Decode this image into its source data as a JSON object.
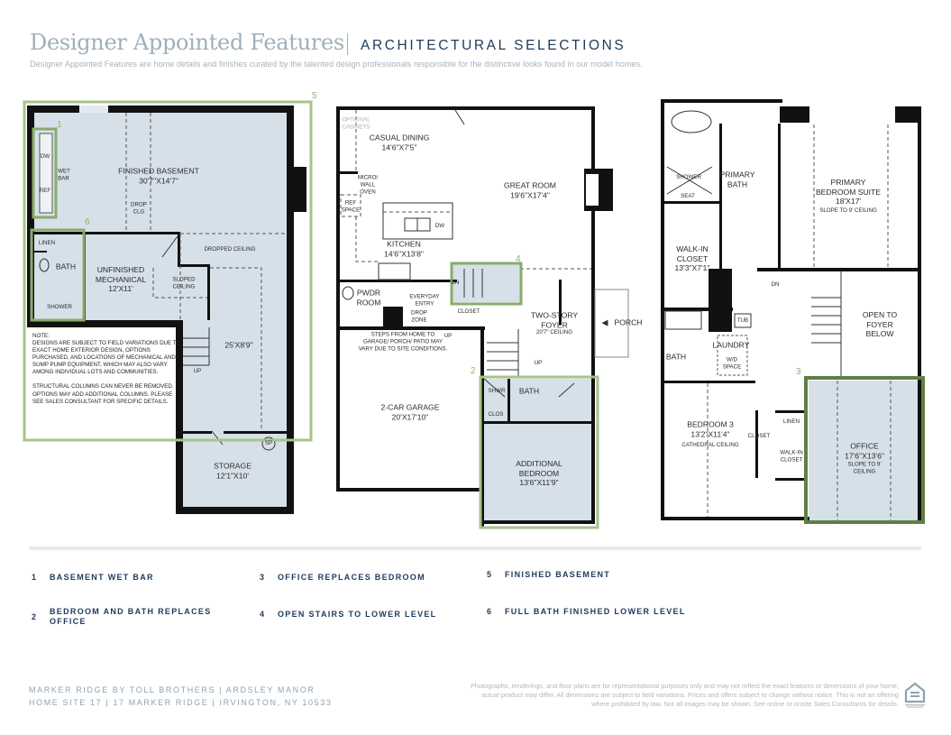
{
  "header": {
    "title": "Designer Appointed Features",
    "subtitle": "ARCHITECTURAL SELECTIONS",
    "intro": "Designer Appointed Features are home details and finishes curated by the talented design professionals responsible for the distinctive looks found in our model homes."
  },
  "plans": {
    "basement": {
      "markers": [
        "1",
        "6",
        "5"
      ],
      "labels": [
        "DW",
        "WET\nBAR",
        "REF",
        "FINISHED BASEMENT\n30'7\"X14'7\"",
        "DROP\nCLG",
        "LINEN",
        "BATH",
        "SHOWER",
        "UNFINISHED\nMECHANICAL\n12'X11'",
        "SLOPED\nCEILING",
        "DROPPED CEILING",
        "25'X8'9\"",
        "UP",
        "STORAGE\n12'1\"X10'",
        "SP"
      ],
      "note": "NOTE:\nDESIGNS ARE SUBJECT TO FIELD VARIATIONS DUE TO EXACT HOME EXTERIOR DESIGN, OPTIONS PURCHASED, AND LOCATIONS OF MECHANICAL AND SUMP PUMP EQUIPMENT, WHICH MAY ALSO VARY AMONG INDIVIDUAL LOTS AND COMMUNITIES.\n\nSTRUCTURAL COLUMNS CAN NEVER BE REMOVED. OPTIONS MAY ADD ADDITIONAL COLUMNS. PLEASE SEE SALES  CONSULTANT FOR SPECIFIC DETAILS."
    },
    "first_floor": {
      "markers": [
        "4",
        "2"
      ],
      "labels": [
        "OPTIONAL\nCABINETS",
        "CASUAL DINING\n14'6\"X7'5\"",
        "MICRO/\nWALL\nOVEN",
        "REF\nSPACE",
        "GREAT ROOM\n19'6\"X17'4\"",
        "DW",
        "KITCHEN\n14'6\"X13'8\"",
        "DN",
        "PWDR\nROOM",
        "EVERYDAY\nENTRY",
        "DROP\nZONE",
        "CLOSET",
        "UP",
        "TWO-STORY\nFOYER",
        "20'7\" CEILING",
        "PORCH",
        "STEPS FROM HOME TO\nGARAGE/ PORCH/ PATIO MAY\nVARY DUE TO SITE CONDITIONS.",
        "UP",
        "SHWR",
        "BATH",
        "CLOS",
        "2-CAR GARAGE\n20'X17'10\"",
        "ADDITIONAL\nBEDROOM\n13'6\"X11'9\""
      ]
    },
    "second_floor": {
      "markers": [
        "3"
      ],
      "labels": [
        "SHOWER",
        "SEAT",
        "PRIMARY\nBATH",
        "PRIMARY\nBEDROOM SUITE\n18'X17'",
        "SLOPE TO 9' CEILING",
        "WALK-IN\nCLOSET\n13'3\"X7'1\"",
        "DN",
        "OPEN TO\nFOYER\nBELOW",
        "TUB",
        "LAUNDRY",
        "W/D\nSPACE",
        "BATH",
        "LINEN",
        "BEDROOM 3\n13'2\"X11'4\"",
        "CATHEDRAL CEILING",
        "CLOSET",
        "WALK-IN\nCLOSET",
        "OFFICE\n17'6\"X13'6\"",
        "SLOPE TO 9'\nCEILING"
      ]
    }
  },
  "legend": [
    {
      "num": "1",
      "label": "BASEMENT WET BAR"
    },
    {
      "num": "2",
      "label": "BEDROOM AND BATH REPLACES OFFICE"
    },
    {
      "num": "3",
      "label": "OFFICE REPLACES BEDROOM"
    },
    {
      "num": "4",
      "label": "OPEN STAIRS TO LOWER LEVEL"
    },
    {
      "num": "5",
      "label": "FINISHED BASEMENT"
    },
    {
      "num": "6",
      "label": "FULL BATH FINISHED LOWER LEVEL"
    }
  ],
  "footer": {
    "line1": "MARKER RIDGE BY TOLL BROTHERS  |  ARDSLEY MANOR",
    "line2": "HOME SITE 17  |  17 MARKER RIDGE  |  IRVINGTON, NY 10533",
    "disclaimer": "Photographs, renderings, and floor plans are for representational purposes only and may not reflect the exact features or dimensions of your home; actual product may differ. All dimensions are subject to field variations. Prices and offers subject to change without notice. This is not an offering where prohibited by law. Not all images may be shown. See online or onsite Sales Consultants for details.",
    "logo_text": "EQUAL HOUSING OPPORTUNITY"
  },
  "colors": {
    "accent_green": "#9dbb7d",
    "room_fill": "#d6e0e9",
    "navy": "#1f3a5c",
    "title_gray": "#9fb0b8"
  }
}
